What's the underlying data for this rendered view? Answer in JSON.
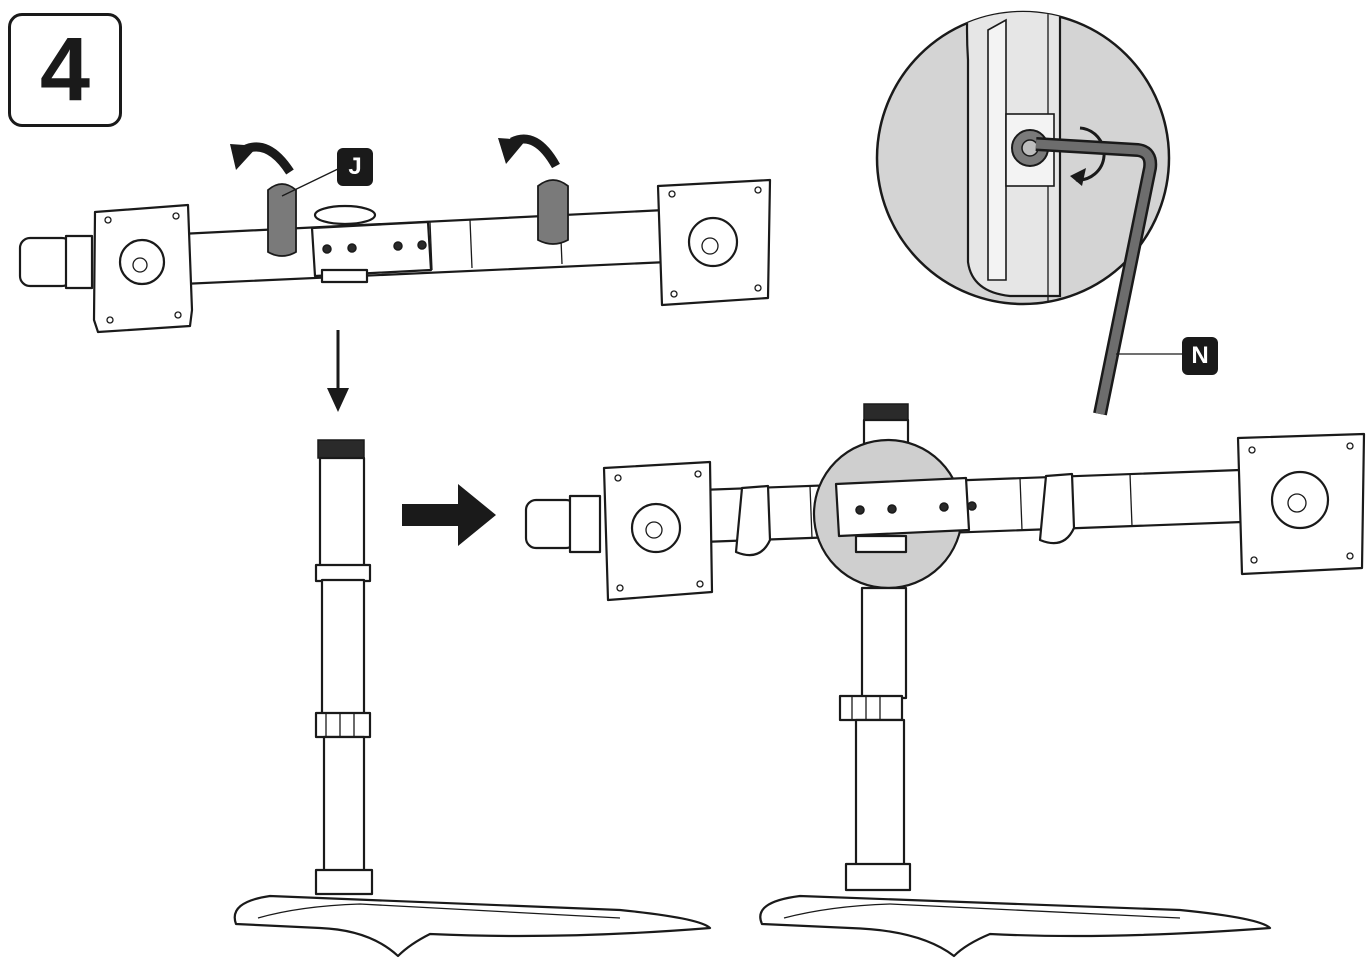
{
  "step": {
    "number": "4"
  },
  "callouts": {
    "clip_label": "J",
    "allen_key_label": "N"
  }
}
